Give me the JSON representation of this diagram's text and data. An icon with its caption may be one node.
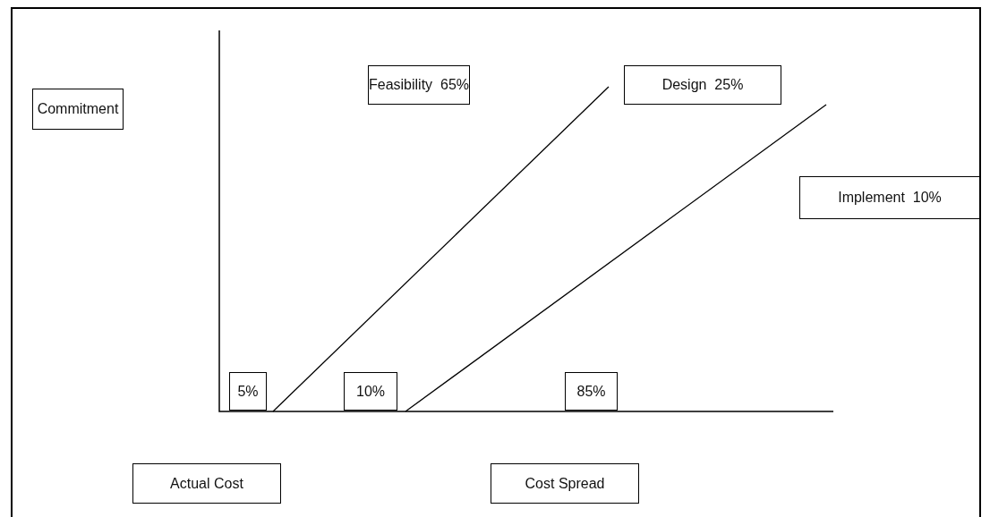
{
  "diagram": {
    "nodes": [
      {
        "text": [
          "Commitment"
        ]
      },
      {
        "text": [
          "Feasibility  65%"
        ]
      },
      {
        "text": [
          "Design  25%"
        ]
      },
      {
        "text": [
          "Implement  10%"
        ]
      },
      {
        "text": [
          "5%"
        ]
      },
      {
        "text": [
          "10%"
        ]
      },
      {
        "text": [
          "85%"
        ]
      },
      {
        "text": [
          "Actual Cost"
        ]
      },
      {
        "text": [
          "Cost Spread"
        ]
      }
    ]
  }
}
